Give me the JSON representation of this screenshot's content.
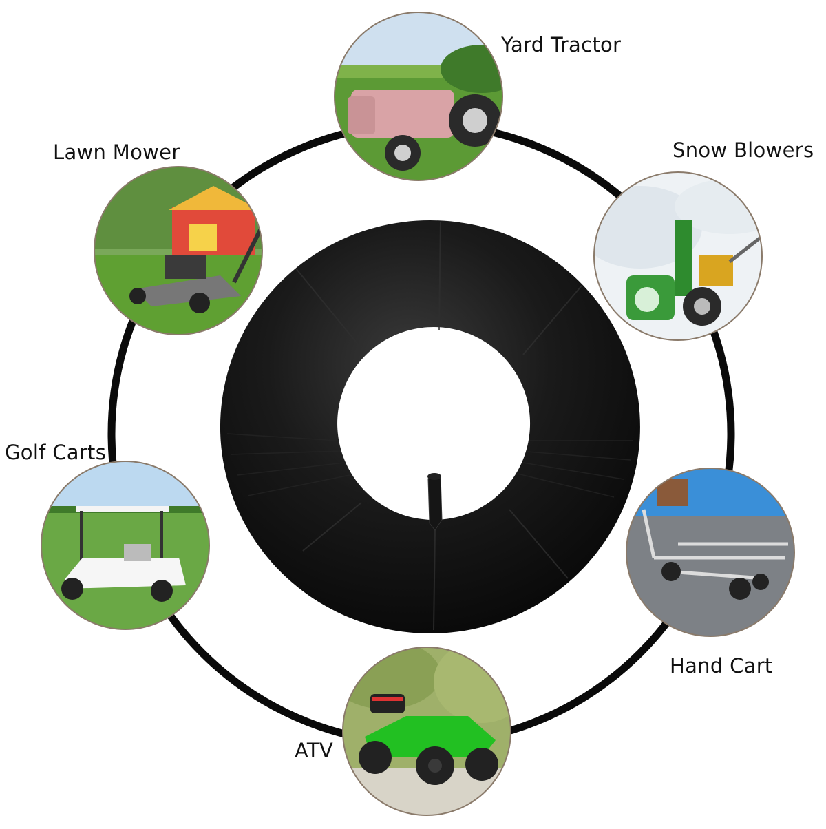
{
  "labels": {
    "yard_tractor": "Yard Tractor",
    "lawn_mower": "Lawn Mower",
    "snow_blowers": "Snow Blowers",
    "golf_carts": "Golf Carts",
    "hand_cart": "Hand Cart",
    "atv": "ATV"
  },
  "colors": {
    "ring": "#0a0a0a",
    "tube": "#111111",
    "circle_border": "#8a7a6a",
    "grass": "#4f8f2f",
    "sky": "#d8e8f4",
    "snow": "#eef2f5",
    "tractor": "#d9a3a6",
    "snowblower": "#2e8b2e",
    "atv": "#22c022"
  }
}
